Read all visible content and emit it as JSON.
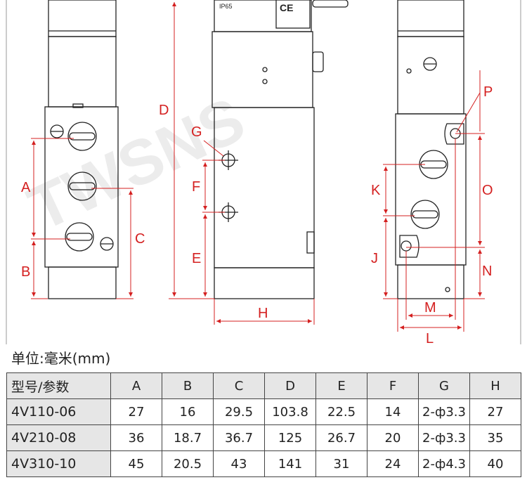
{
  "drawing": {
    "label_color": "#d42020",
    "certification_text": "IP65",
    "ce_mark": "CE",
    "watermark": "TWSNS",
    "labels": {
      "A": "A",
      "B": "B",
      "C": "C",
      "D": "D",
      "E": "E",
      "F": "F",
      "G": "G",
      "H": "H",
      "J": "J",
      "K": "K",
      "L": "L",
      "M": "M",
      "N": "N",
      "O": "O",
      "P": "P"
    }
  },
  "unit_label": "单位:毫米(mm)",
  "table": {
    "header_first": "型号/参数",
    "columns": [
      "A",
      "B",
      "C",
      "D",
      "E",
      "F",
      "G",
      "H"
    ],
    "rows": [
      {
        "model": "4V110-06",
        "values": [
          "27",
          "16",
          "29.5",
          "103.8",
          "22.5",
          "14",
          "2-ф3.3",
          "27"
        ]
      },
      {
        "model": "4V210-08",
        "values": [
          "36",
          "18.7",
          "36.7",
          "125",
          "26.7",
          "20",
          "2-ф3.3",
          "35"
        ]
      },
      {
        "model": "4V310-10",
        "values": [
          "45",
          "20.5",
          "43",
          "141",
          "31",
          "24",
          "2-ф4.3",
          "40"
        ]
      }
    ]
  }
}
